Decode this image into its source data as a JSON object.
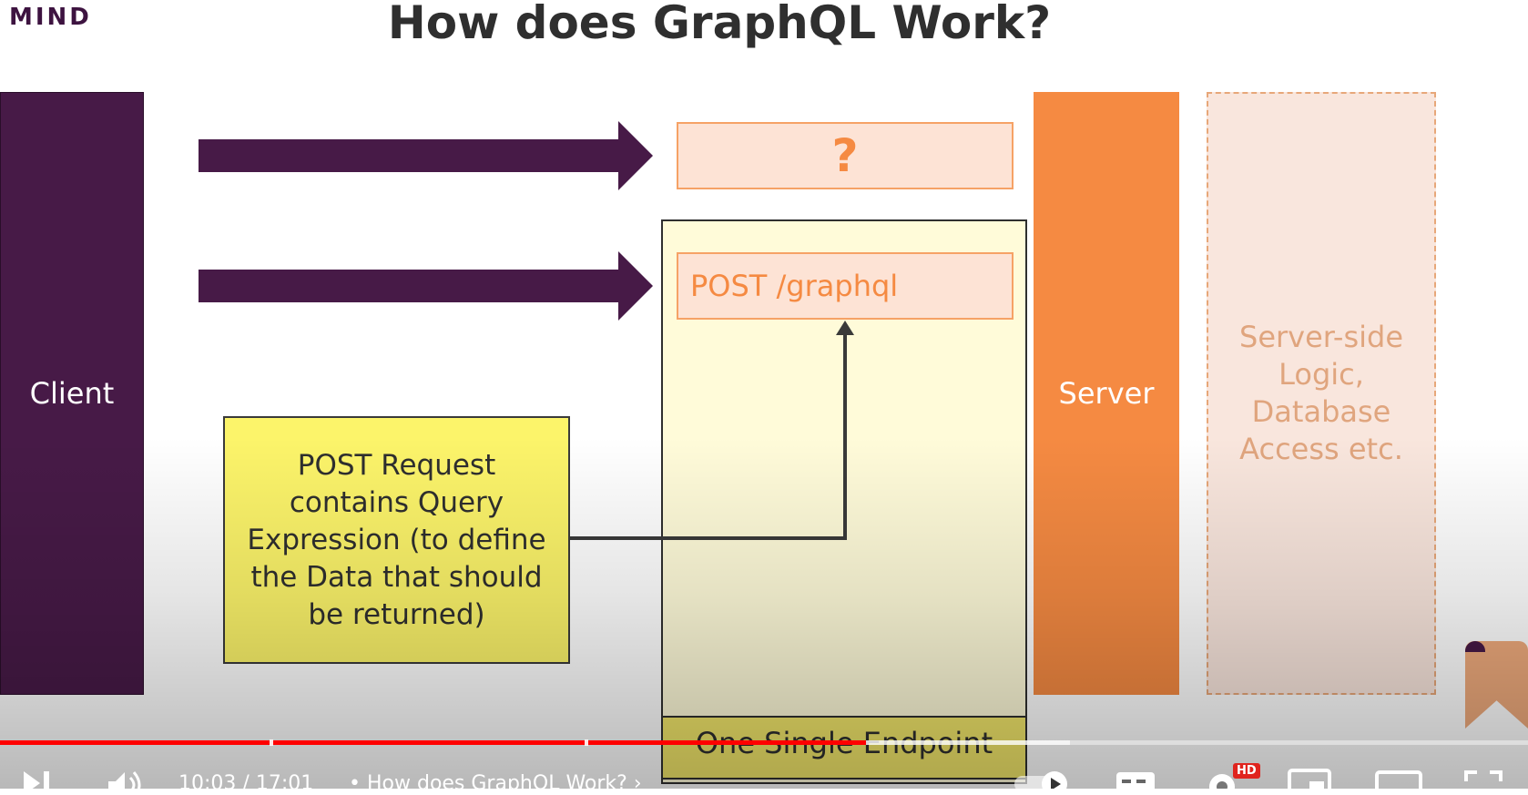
{
  "slide": {
    "logo": "MIND",
    "title": "How does GraphQL Work?",
    "client_label": "Client",
    "server_label": "Server",
    "server_logic_label": "Server-side Logic, Database Access etc.",
    "query_placeholder": "?",
    "post_route": "POST /graphql",
    "note": "POST Request contains Query Expression (to define the Data that should be returned)",
    "endpoint_label": "One Single Endpoint",
    "colors": {
      "client": "#471a47",
      "server": "#f58a42",
      "endpoint_bg": "#fffbd9",
      "note_bg": "#fcf46a",
      "route_bg": "#fde3d5"
    }
  },
  "player": {
    "time_current": "10:03",
    "time_separator": "/",
    "time_total": "17:01",
    "bullet": "•",
    "chapter_title": "How does GraphQL Work?",
    "chevron": "›",
    "progress_played_fraction": 0.567,
    "progress_buffered_fraction": 0.7,
    "settings_badge": "HD",
    "icons": [
      "next-icon",
      "volume-icon",
      "chevron-right-icon",
      "autoplay-toggle-icon",
      "subtitles-icon",
      "settings-icon",
      "miniplayer-icon",
      "theater-icon",
      "fullscreen-icon",
      "bookmark-icon"
    ]
  }
}
